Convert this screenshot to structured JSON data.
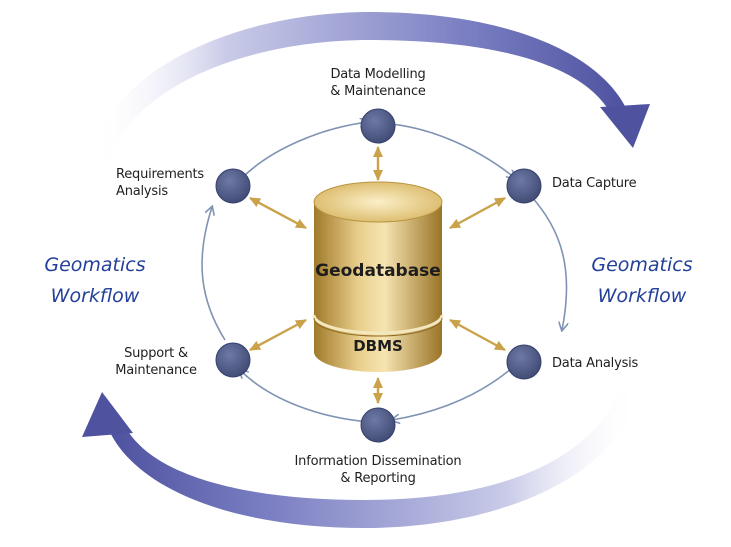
{
  "center": {
    "database_label": "Geodatabase",
    "engine_label": "DBMS"
  },
  "workflow_title": {
    "left_line1": "Geomatics",
    "left_line2": "Workflow",
    "right_line1": "Geomatics",
    "right_line2": "Workflow"
  },
  "nodes": {
    "data_modelling": {
      "line1": "Data Modelling",
      "line2": "& Maintenance"
    },
    "data_capture": {
      "line1": "Data Capture"
    },
    "data_analysis": {
      "line1": "Data Analysis"
    },
    "information_dissemination": {
      "line1": "Information Dissemination",
      "line2": "& Reporting"
    },
    "support_maintenance": {
      "line1": "Support &",
      "line2": "Maintenance"
    },
    "requirements_analysis": {
      "line1": "Requirements",
      "line2": "Analysis"
    }
  },
  "colors": {
    "node_fill": "#4a5680",
    "ring_stroke": "#7f93b3",
    "outer_arrow": "#5b5fa8",
    "database_gold": "#c9a24a",
    "title_text": "#24409a"
  }
}
